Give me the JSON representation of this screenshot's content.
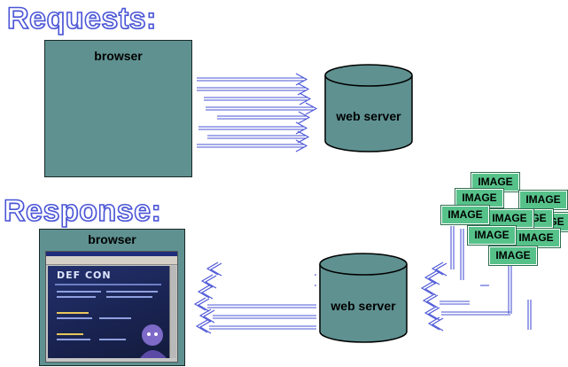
{
  "sections": {
    "requests_title": "Requests:",
    "response_title": "Response:"
  },
  "request": {
    "browser_label": "browser",
    "server_label": "web server"
  },
  "response": {
    "browser_label": "browser",
    "server_label": "web server",
    "thumbnail_logo": "DEF CON"
  },
  "images": [
    "IMAGE",
    "IMAGE",
    "IMAGE",
    "IMAGE",
    "IMAGE",
    "IMAGE",
    "IMAGE",
    "IMAGE",
    "IMAGE",
    "IMAGE"
  ],
  "colors": {
    "box_fill": "#5f9191",
    "image_fill": "#56c28a",
    "arrow_stroke": "#4a55d6",
    "title_outline": "#4a55d6"
  }
}
